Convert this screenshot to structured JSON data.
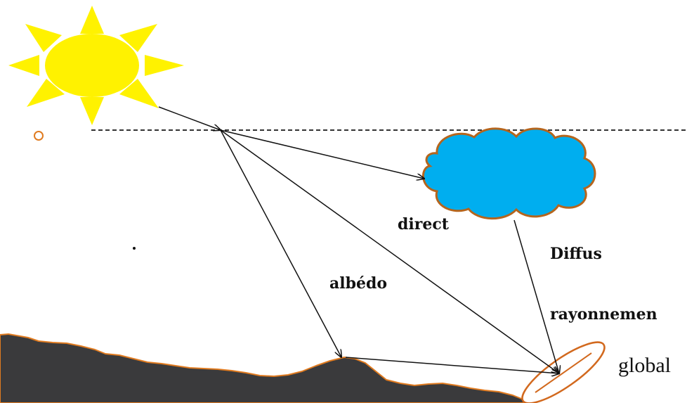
{
  "labels": {
    "direct": "direct",
    "diffus": "Diffus",
    "albedo": "albédo",
    "rayonnement": "rayonnemen",
    "global": "global"
  },
  "colors": {
    "sun": "#fff200",
    "cloud_fill": "#00aeef",
    "cloud_outline": "#b5651d",
    "ground": "#3a3a3c",
    "ground_edge": "#e07b20",
    "panel_outline": "#d2691e",
    "arrow": "#111111"
  },
  "icons": {
    "sun": "sun-icon",
    "cloud": "cloud-icon",
    "panel": "solar-panel-icon"
  }
}
